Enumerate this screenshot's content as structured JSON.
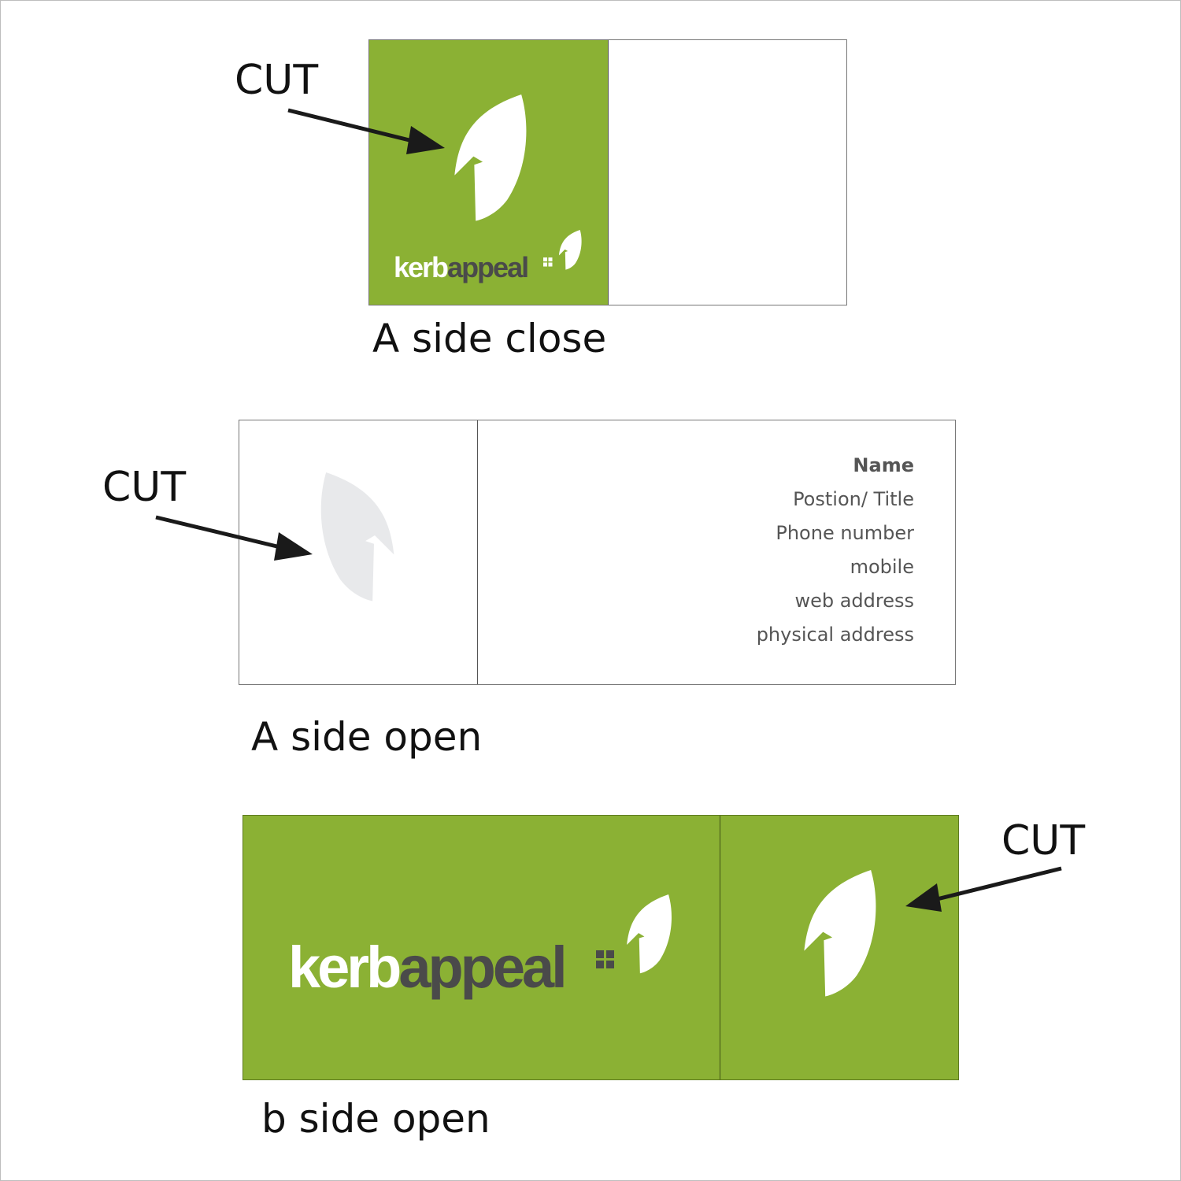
{
  "colors": {
    "brand_green": "#8bb134",
    "leaf_white": "#ffffff",
    "leaf_ghost": "#e8e9eb",
    "text_dark": "#4a4a4a",
    "arrow": "#1a1a1a"
  },
  "labels": {
    "cut_a_close": "CUT",
    "cut_a_open": "CUT",
    "cut_b_open": "CUT",
    "a_side_close": "A side close",
    "a_side_open": "A side open",
    "b_side_open": "b side open"
  },
  "logo": {
    "part1": "kerb",
    "part2": "appeal"
  },
  "contact": {
    "name": "Name",
    "title": "Postion/ Title",
    "phone": "Phone number",
    "mobile": "mobile",
    "web": "web address",
    "address": "physical address"
  },
  "icons": {
    "leaf": "leaf-icon",
    "windows": "window-grid-icon",
    "arrow": "arrow-icon"
  }
}
